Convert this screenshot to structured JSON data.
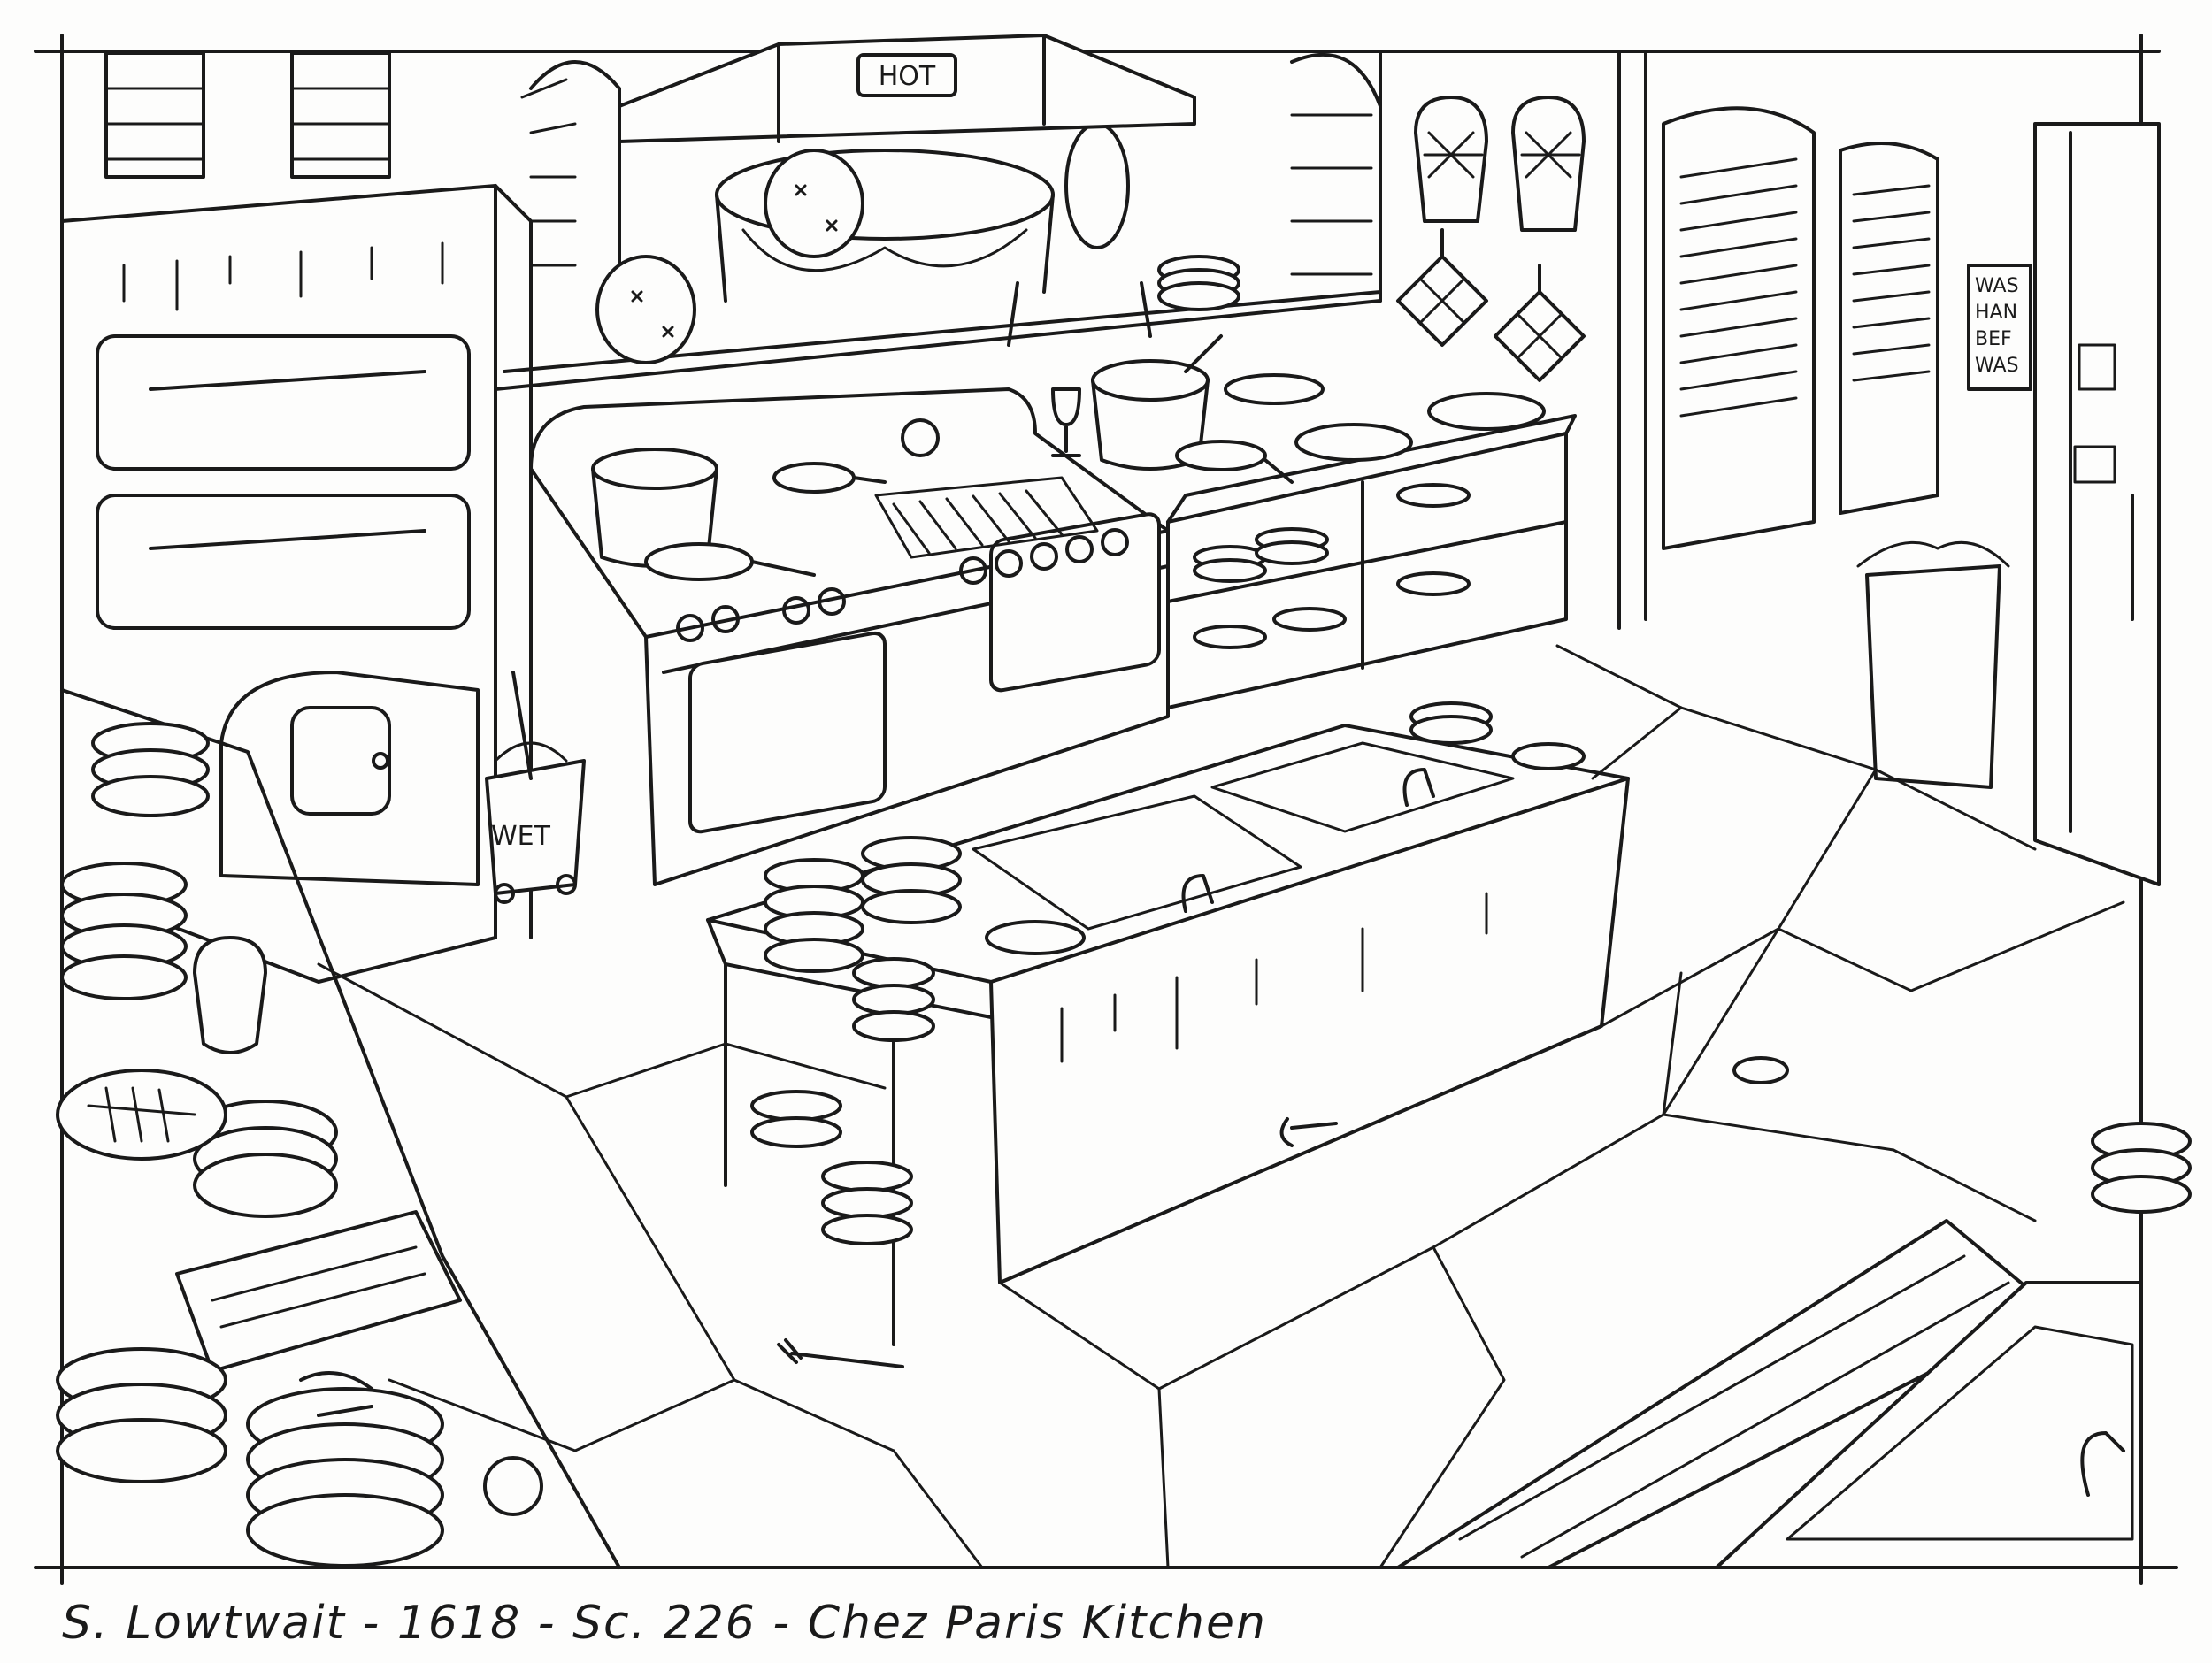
{
  "drawing": {
    "hood_sign": "HOT",
    "bucket_label": "WET",
    "poster_lines": [
      "WAS",
      "HAN",
      "BEF",
      "WAS"
    ]
  },
  "caption": "S. Lowtwait - 1618 - Sc. 226 - Chez Paris Kitchen"
}
